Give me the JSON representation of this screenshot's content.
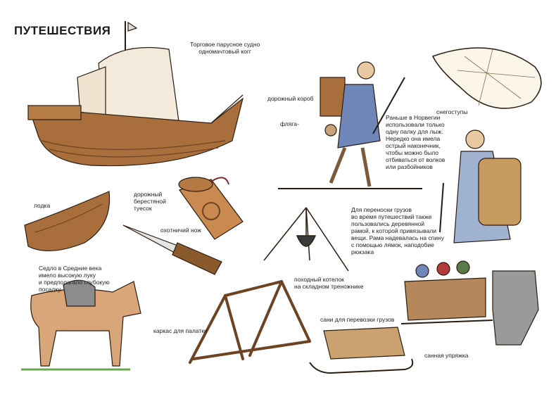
{
  "title": "ПУТЕШЕСТВИЯ",
  "labels": {
    "ship": "Торговое парусное судно\nодномачтовый когг",
    "box": "дорожный короб",
    "flask": "фляга-",
    "snowshoes": "снегоступы",
    "ski_note": "Раньше в Норвегии\nиспользовали только\nодну палку для лыж.\nНередко она имела\nострый наконечник,\nчтобы можно было\nотбиваться от волков\nили разбойников",
    "boat": "лодка",
    "birch_case": "дорожный\nберестяной\nтуесок",
    "knife": "охотничий нож",
    "backpack_note": "Для переноски грузов\nво время путешествий также\nпользовались деревянной\nрамой, к которой привязывали\nвещи. Рама надевалась на спину\nс помощью лямок, наподобие\nрюкзака",
    "saddle_note": "Седло в Средние века\nимело высокую луку\nи предполагало глубокую\nпосадку.",
    "kettle": "походный котелок\nна складном треножнике",
    "tent": "каркас для палатки",
    "cargo_sled": "сани для перевозки грузов",
    "sled_team": "санная упряжка"
  },
  "colors": {
    "wood": "#a86f3c",
    "wood_dark": "#6e4322",
    "sail": "#f3eadb",
    "blue_coat": "#6e86b8",
    "ink": "#2a1c10"
  }
}
